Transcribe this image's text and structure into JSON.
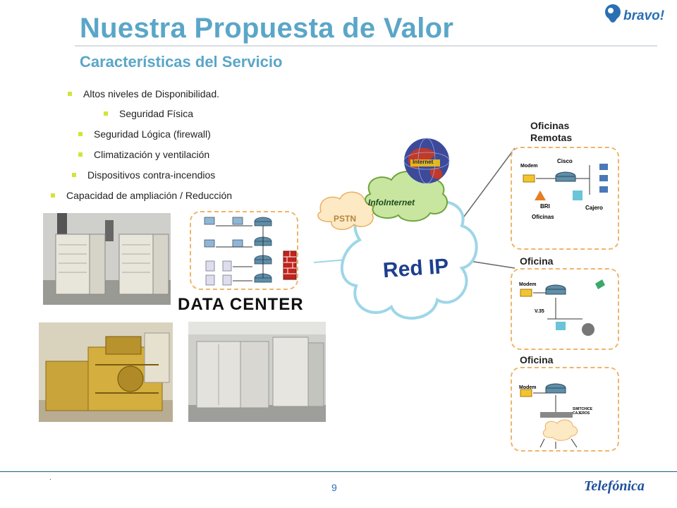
{
  "header": {
    "title": "Nuestra Propuesta de Valor",
    "subtitle": "Características del Servicio",
    "brand_logo": "bravo!"
  },
  "bullets": [
    "Altos niveles de Disponibilidad.",
    "Seguridad Física",
    "Seguridad Lógica (firewall)",
    "Climatización y ventilación",
    "Dispositivos contra-incendios",
    "Capacidad de ampliación / Reducción"
  ],
  "diagram": {
    "data_center_label": "DATA CENTER",
    "cloud_main": "Red IP",
    "cloud_pstn": "PSTN",
    "cloud_infointernet": "InfoInternet",
    "globe_label": "Internet",
    "office_remote_title": "Oficinas\nRemotas",
    "office_title_1": "Oficina",
    "office_title_2": "Oficina",
    "remote_labels": {
      "modem": "Modem",
      "cisco": "Cisco",
      "bri": "BRI",
      "oficinas": "Oficinas",
      "cajero": "Cajero"
    },
    "office1_labels": {
      "modem": "Modem",
      "v35": "V.35"
    },
    "office2_labels": {
      "modem": "Modem",
      "switch": "SWITCHICE CAJEROS"
    }
  },
  "footer": {
    "page_number": "9",
    "marker": ".",
    "company_logo": "Telefónica"
  },
  "colors": {
    "title": "#5aa6c8",
    "bullet_marker": "#d4e33a",
    "footer_rule": "#1a5d86",
    "office_border": "#f0b46a"
  }
}
